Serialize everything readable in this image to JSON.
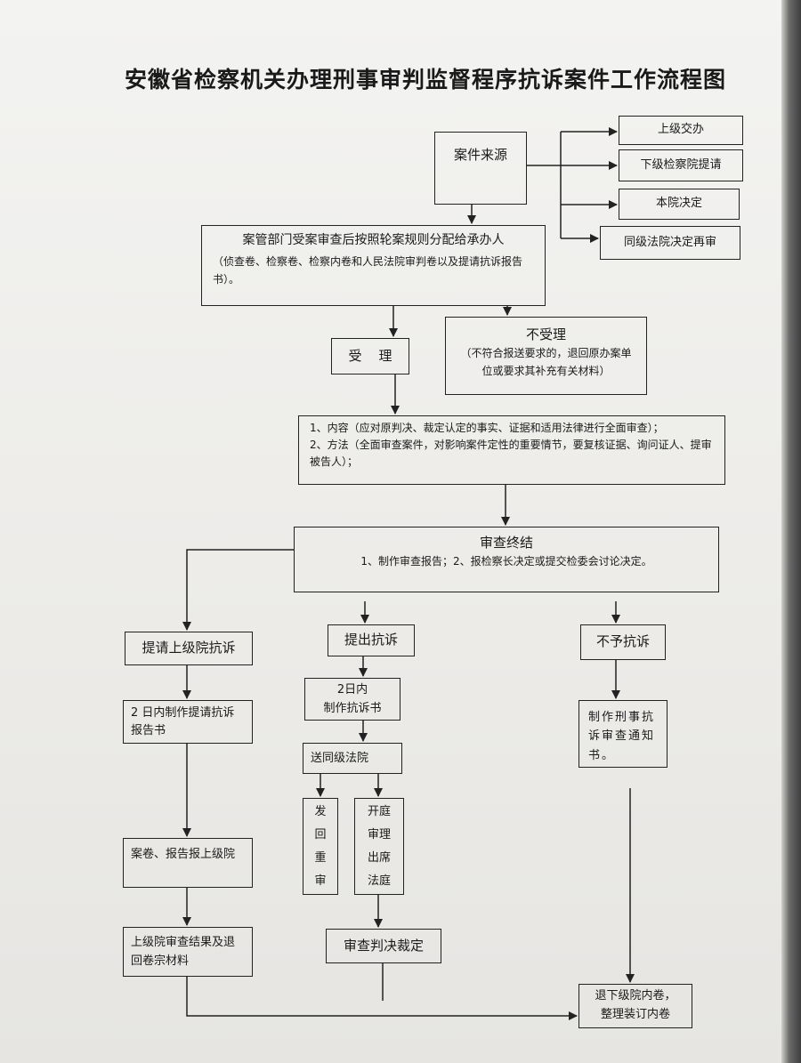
{
  "title": "安徽省检察机关办理刑事审判监督程序抗诉案件工作流程图",
  "nodes": {
    "source": "案件来源",
    "src1": "上级交办",
    "src2": "下级检察院提请",
    "src3": "本院决定",
    "src4": "同级法院决定再审",
    "assign_main": "案管部门受案审查后按照轮案规则分配给承办人",
    "assign_detail": "（侦查卷、检察卷、检察内卷和人民法院审判卷以及提请抗诉报告书）。",
    "accept": "受    理",
    "reject_title": "不受理",
    "reject_detail": "（不符合报送要求的，退回原办案单位或要求其补充有关材料）",
    "review_1": "1、内容（应对原判决、裁定认定的事实、证据和适用法律进行全面审查）；",
    "review_2": "2、方法（全面审查案件，对影响案件定性的重要情节，要复核证据、询问证人、提审被告人）；",
    "conclude_title": "审查终结",
    "conclude_detail": "1、制作审查报告；2、报检察长决定或提交检委会讨论决定。",
    "left1": "提请上级院抗诉",
    "left2": "2 日内制作提请抗诉报告书",
    "left3": "案卷、报告报上级院",
    "left4": "上级院审查结果及退回卷宗材料",
    "mid1": "提出抗诉",
    "mid2a": "2日内",
    "mid2b": "制作抗诉书",
    "mid3": "送同级法院",
    "mid4a": [
      "发",
      "回",
      "重",
      "审"
    ],
    "mid4b": [
      "开庭",
      "审理",
      "出席",
      "法庭"
    ],
    "mid5": "审查判决裁定",
    "right1": "不予抗诉",
    "right2": "制作刑事抗诉审查通知书。",
    "end_a": "退下级院内卷，",
    "end_b": "整理装订内卷"
  }
}
